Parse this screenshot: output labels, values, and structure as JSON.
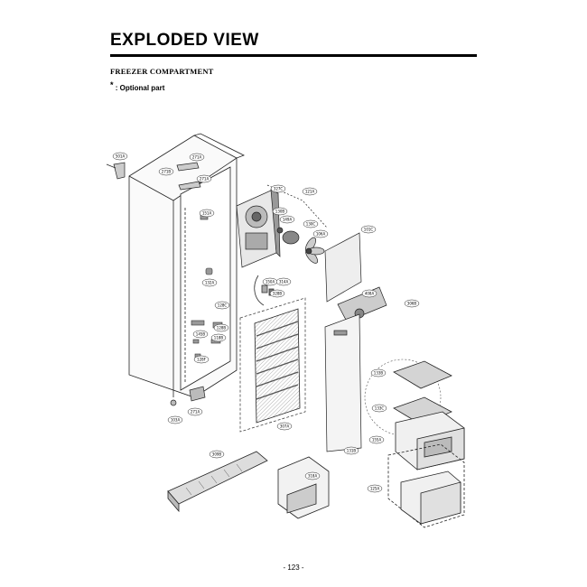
{
  "header": {
    "title": "EXPLODED VIEW",
    "section": "FREEZER COMPARTMENT",
    "optional_star": "*",
    "optional_text": " : Optional part"
  },
  "footer": {
    "page_number": "- 123 -"
  },
  "parts": {
    "p1": "501A",
    "p2": "271A",
    "p3": "271B",
    "p4": "271A",
    "p5": "151A",
    "p6": "132A",
    "p7": "128C",
    "p8": "128B",
    "p9": "145B",
    "p10": "118B",
    "p11": "128F",
    "p12": "271A",
    "p13": "103A",
    "p14": "327C",
    "p15": "121A",
    "p16": "130B",
    "p17": "149A",
    "p18": "130C",
    "p19": "106A",
    "p20": "101C",
    "p21": "150A",
    "p22": "314A",
    "p23": "328B",
    "p24": "408A",
    "p25": "306B",
    "p26": "307A",
    "p27": "133B",
    "p28": "133C",
    "p29": "131B",
    "p30": "155A",
    "p31": "125A",
    "p32": "309B",
    "p33": "318A"
  }
}
